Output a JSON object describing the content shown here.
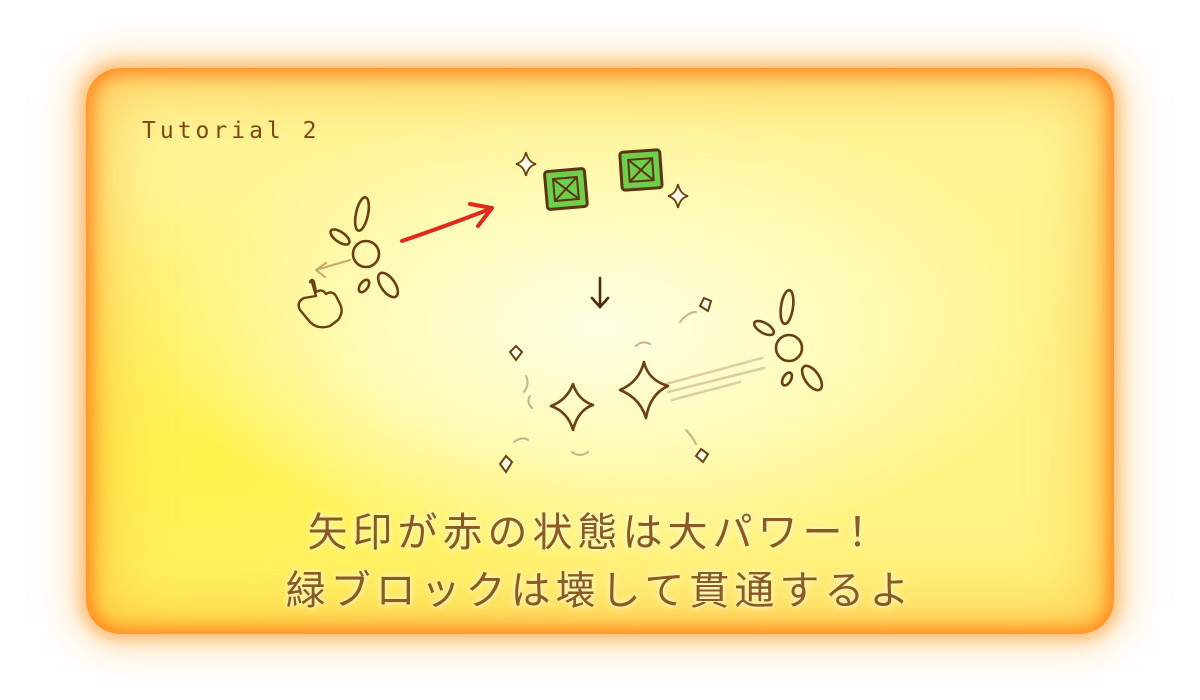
{
  "tutorial": {
    "label": "Tutorial 2",
    "caption_line_1": "矢印が赤の状態は大パワー！",
    "caption_line_2": "緑ブロックは壊して貫通するよ"
  },
  "colors": {
    "frame_orange": "#ff7a18",
    "panel_yellow": "#fff27a",
    "ink_brown": "#6b3f12",
    "arrow_red": "#e0281c",
    "block_green": "#6fcf4a"
  },
  "icons": [
    "sparkle-icon",
    "green-block-icon",
    "flower-character-icon",
    "pointing-hand-icon",
    "down-arrow-icon",
    "burst-icon",
    "debris-icon"
  ]
}
